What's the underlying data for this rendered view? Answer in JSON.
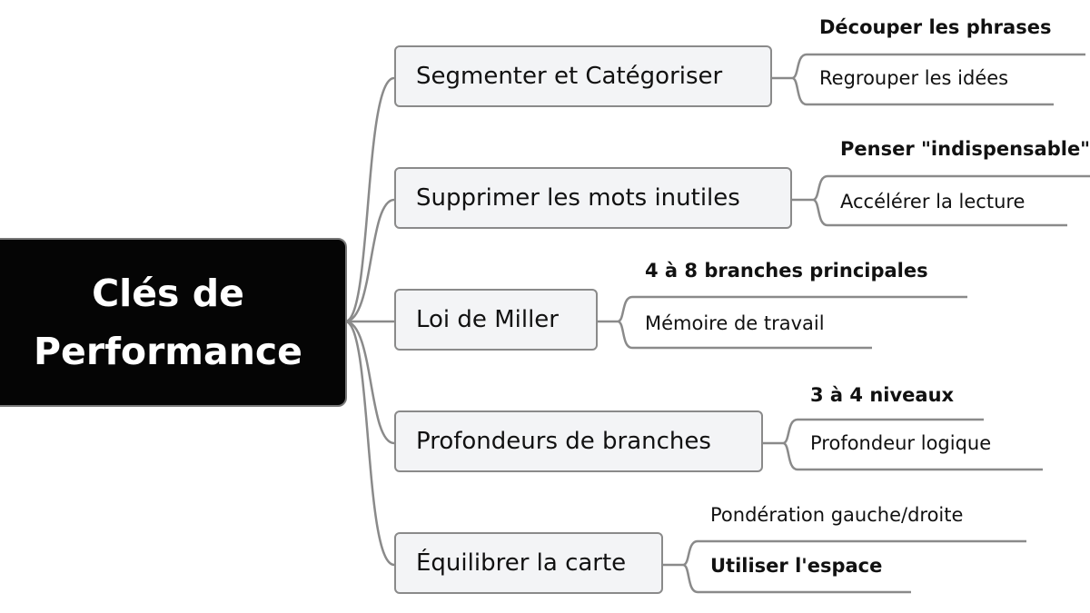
{
  "central": {
    "line1": "Clés de",
    "line2": "Performance"
  },
  "branches": [
    {
      "label": "Segmenter et Catégoriser",
      "children": [
        {
          "label": "Découper les phrases",
          "bold": true
        },
        {
          "label": "Regrouper les idées",
          "bold": false
        }
      ]
    },
    {
      "label": "Supprimer les mots inutiles",
      "children": [
        {
          "label": "Penser \"indispensable\"",
          "bold": true
        },
        {
          "label": "Accélérer la lecture",
          "bold": false
        }
      ]
    },
    {
      "label": "Loi de Miller",
      "children": [
        {
          "label": "4 à 8 branches principales",
          "bold": true
        },
        {
          "label": "Mémoire de travail",
          "bold": false
        }
      ]
    },
    {
      "label": "Profondeurs de branches",
      "children": [
        {
          "label": "3 à 4 niveaux",
          "bold": true
        },
        {
          "label": "Profondeur logique",
          "bold": false
        }
      ]
    },
    {
      "label": "Équilibrer la carte",
      "children": [
        {
          "label": "Pondération gauche/droite",
          "bold": false
        },
        {
          "label": "Utiliser l'espace",
          "bold": true
        }
      ]
    }
  ]
}
